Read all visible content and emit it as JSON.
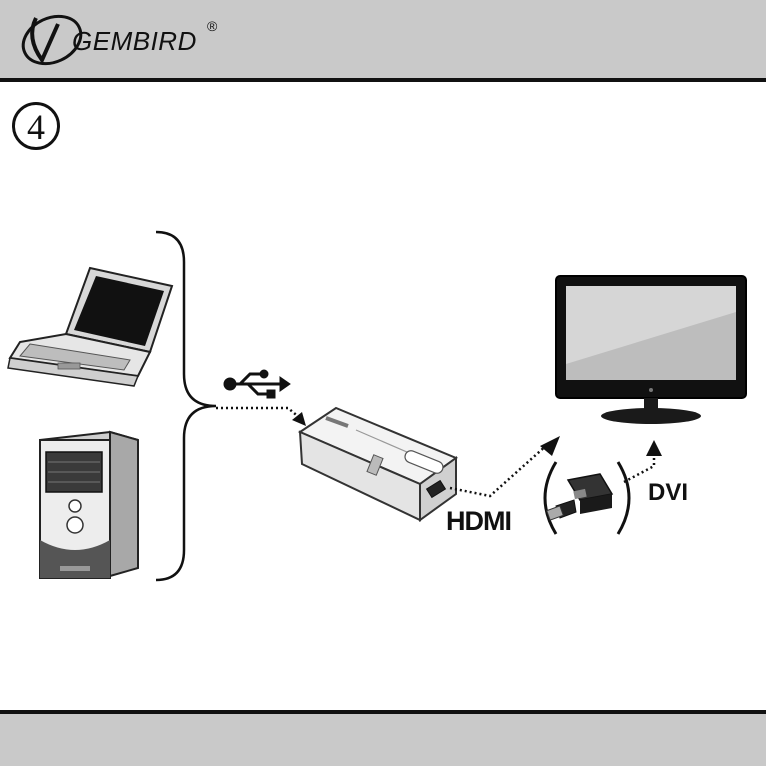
{
  "header": {
    "brand_name": "GEMBIRD",
    "brand_mark": "®"
  },
  "step": {
    "number": "4"
  },
  "labels": {
    "hdmi": "HDMI",
    "dvi": "DVI"
  },
  "colors": {
    "bar_background": "#c9c9c9",
    "bar_border": "#111111",
    "ink": "#111111"
  },
  "icons": [
    "gembird-logo-icon",
    "laptop-icon",
    "desktop-tower-icon",
    "usb-icon",
    "usb-display-adapter-icon",
    "hdmi-dvi-adapter-icon",
    "monitor-icon"
  ]
}
